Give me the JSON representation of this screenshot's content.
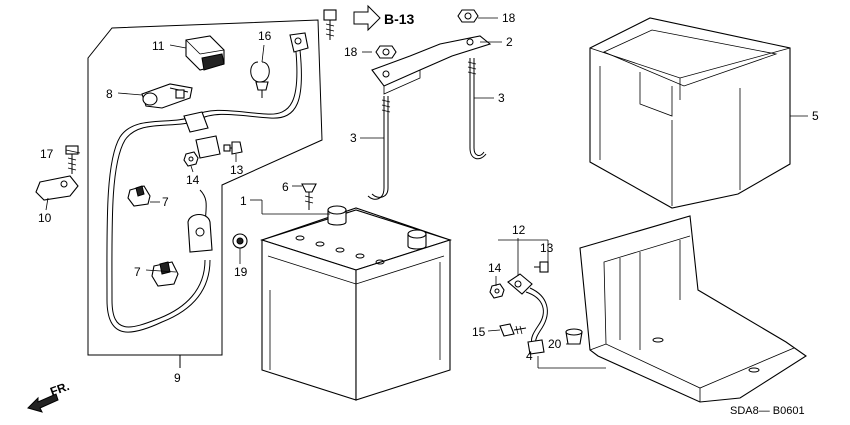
{
  "reference": {
    "label": "B-13"
  },
  "direction": {
    "label": "FR."
  },
  "diagram_code": "SDA8— B0601",
  "callouts": {
    "c1": "1",
    "c2": "2",
    "c3a": "3",
    "c3b": "3",
    "c4": "4",
    "c5": "5",
    "c6": "6",
    "c7a": "7",
    "c7b": "7",
    "c8": "8",
    "c9": "9",
    "c10": "10",
    "c11": "11",
    "c12": "12",
    "c13a": "13",
    "c13b": "13",
    "c14a": "14",
    "c14b": "14",
    "c15": "15",
    "c16": "16",
    "c17": "17",
    "c18a": "18",
    "c18b": "18",
    "c19": "19",
    "c20": "20"
  }
}
